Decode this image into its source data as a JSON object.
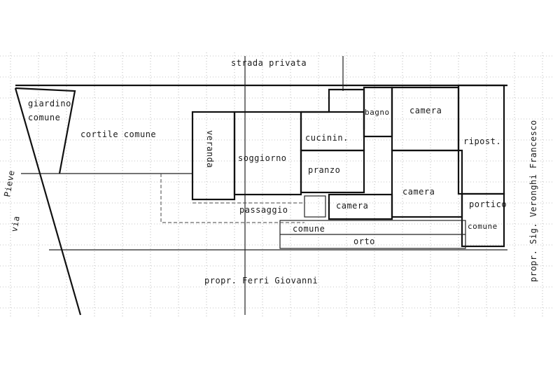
{
  "plan": {
    "labels": {
      "strada_privata": "strada privata",
      "giardino": "giardino",
      "comune_giardino": "comune",
      "cortile_comune": "cortile comune",
      "veranda": "veranda",
      "soggiorno": "soggiorno",
      "cucinino": "cucinin.",
      "bagno": "bagno",
      "camera_top": "camera",
      "ripost": "ripost.",
      "pranzo": "pranzo",
      "camera_right": "camera",
      "camera_small": "camera",
      "passaggio": "passaggio",
      "portico": "portico",
      "comune_portico": "comune",
      "comune_bottom": "comune",
      "orto": "orto",
      "propr_ferri": "propr. Ferri Giovanni",
      "propr_sig": "propr. Sig. Veronghi Francesco",
      "via": "via",
      "pieve": "Pieve"
    }
  }
}
